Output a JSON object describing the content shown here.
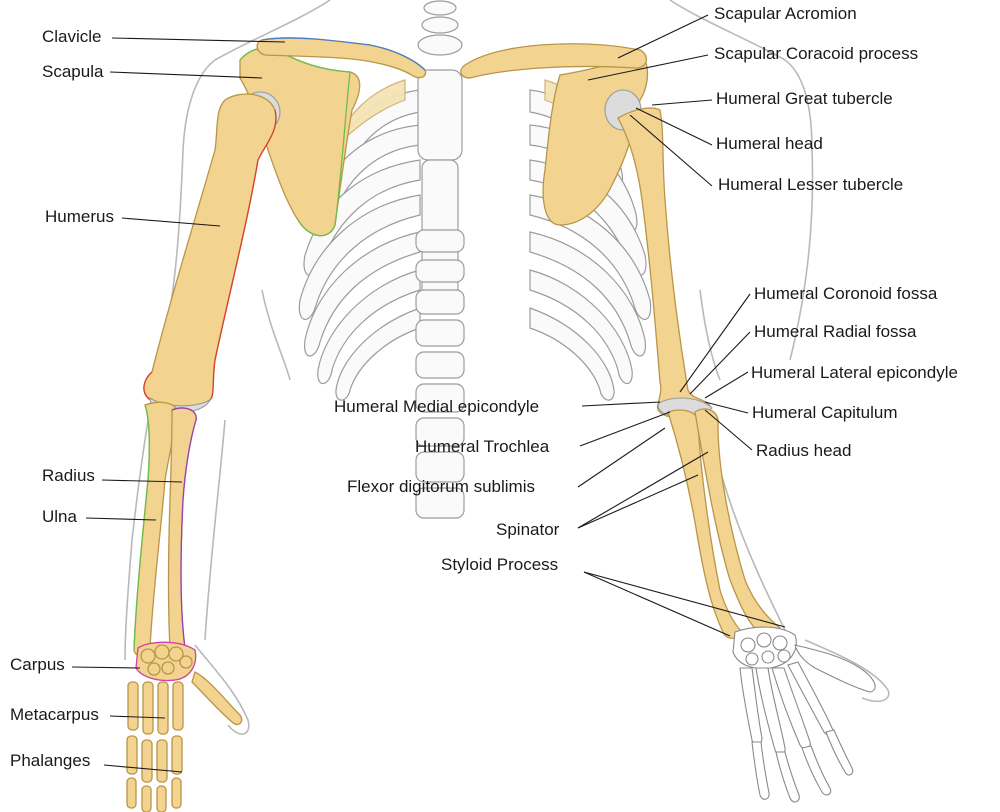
{
  "colors": {
    "bone": "#f2d390",
    "cartilage": "#dcdcdc",
    "humerus_outline": "#d94030",
    "radius_outline": "#9b3fb5",
    "scapula_outline": "#6cbf4a",
    "clavicle_outline": "#4a7fc8",
    "carpus_outline": "#d840b0"
  },
  "labels": {
    "clavicle": "Clavicle",
    "scapula": "Scapula",
    "humerus": "Humerus",
    "radius": "Radius",
    "ulna": "Ulna",
    "carpus": "Carpus",
    "metacarpus": "Metacarpus",
    "phalanges": "Phalanges",
    "scapular_acromion": "Scapular Acromion",
    "scapular_coracoid_process": "Scapular Coracoid process",
    "humeral_great_tubercle": "Humeral Great tubercle",
    "humeral_head": "Humeral head",
    "humeral_lesser_tubercle": "Humeral Lesser tubercle",
    "humeral_coronoid_fossa": "Humeral Coronoid fossa",
    "humeral_radial_fossa": "Humeral Radial fossa",
    "humeral_lateral_epicondyle": "Humeral Lateral epicondyle",
    "humeral_capitulum": "Humeral Capitulum",
    "radius_head": "Radius head",
    "humeral_medial_epicondyle": "Humeral Medial epicondyle",
    "humeral_trochlea": "Humeral Trochlea",
    "flexor_digitorum_sublimis": "Flexor digitorum sublimis",
    "spinator": "Spinator",
    "styloid_process": "Styloid Process"
  }
}
